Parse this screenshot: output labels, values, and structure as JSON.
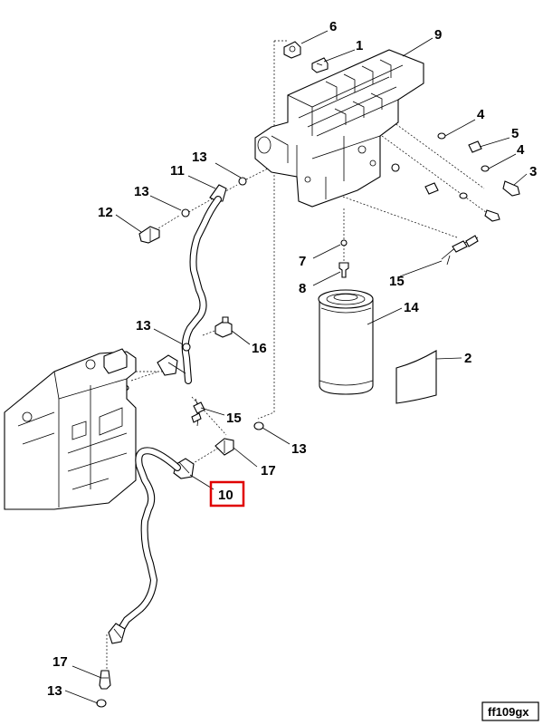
{
  "diagram": {
    "figure_id": "ff109gx",
    "highlighted_callout": "10",
    "highlight_color": "#e00000",
    "callouts": [
      {
        "id": "c6",
        "label": "6"
      },
      {
        "id": "c1",
        "label": "1"
      },
      {
        "id": "c9",
        "label": "9"
      },
      {
        "id": "c4a",
        "label": "4"
      },
      {
        "id": "c5",
        "label": "5"
      },
      {
        "id": "c4b",
        "label": "4"
      },
      {
        "id": "c3",
        "label": "3"
      },
      {
        "id": "c13a",
        "label": "13"
      },
      {
        "id": "c11",
        "label": "11"
      },
      {
        "id": "c13b",
        "label": "13"
      },
      {
        "id": "c12",
        "label": "12"
      },
      {
        "id": "c7",
        "label": "7"
      },
      {
        "id": "c8",
        "label": "8"
      },
      {
        "id": "c15a",
        "label": "15"
      },
      {
        "id": "c14",
        "label": "14"
      },
      {
        "id": "c13c",
        "label": "13"
      },
      {
        "id": "c16",
        "label": "16"
      },
      {
        "id": "c2",
        "label": "2"
      },
      {
        "id": "c15b",
        "label": "15"
      },
      {
        "id": "c13d",
        "label": "13"
      },
      {
        "id": "c17a",
        "label": "17"
      },
      {
        "id": "c10",
        "label": "10"
      },
      {
        "id": "c17b",
        "label": "17"
      },
      {
        "id": "c13e",
        "label": "13"
      }
    ]
  }
}
